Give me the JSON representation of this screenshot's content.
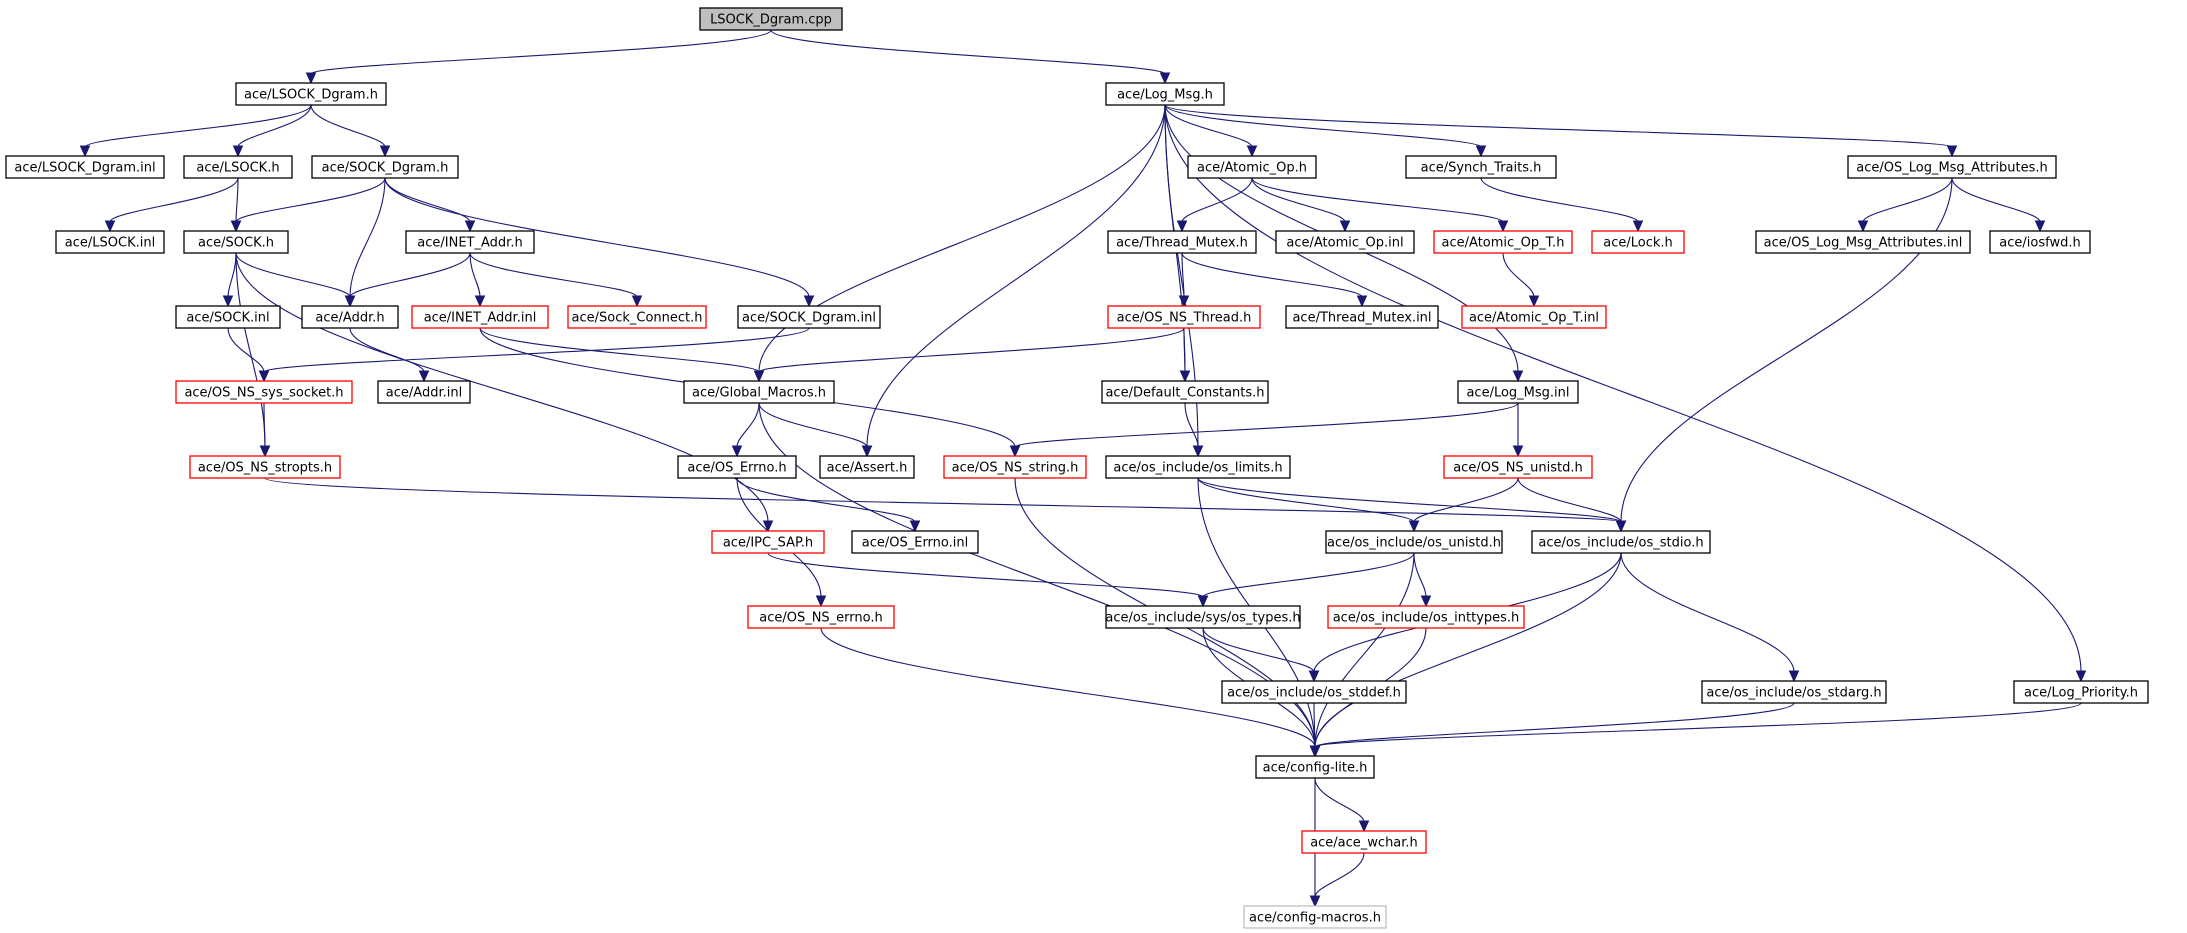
{
  "diagram": {
    "nodes": [
      {
        "id": "root",
        "label": "LSOCK_Dgram.cpp",
        "style": "root"
      },
      {
        "id": "lsock_dgram_h",
        "label": "ace/LSOCK_Dgram.h",
        "style": "black"
      },
      {
        "id": "log_msg_h",
        "label": "ace/Log_Msg.h",
        "style": "black"
      },
      {
        "id": "lsock_dgram_inl",
        "label": "ace/LSOCK_Dgram.inl",
        "style": "black"
      },
      {
        "id": "lsock_h",
        "label": "ace/LSOCK.h",
        "style": "black"
      },
      {
        "id": "sock_dgram_h",
        "label": "ace/SOCK_Dgram.h",
        "style": "black"
      },
      {
        "id": "atomic_op_h",
        "label": "ace/Atomic_Op.h",
        "style": "black"
      },
      {
        "id": "synch_traits_h",
        "label": "ace/Synch_Traits.h",
        "style": "black"
      },
      {
        "id": "os_log_msg_attr_h",
        "label": "ace/OS_Log_Msg_Attributes.h",
        "style": "black"
      },
      {
        "id": "lsock_inl",
        "label": "ace/LSOCK.inl",
        "style": "black"
      },
      {
        "id": "sock_h",
        "label": "ace/SOCK.h",
        "style": "black"
      },
      {
        "id": "inet_addr_h",
        "label": "ace/INET_Addr.h",
        "style": "black"
      },
      {
        "id": "thread_mutex_h",
        "label": "ace/Thread_Mutex.h",
        "style": "black"
      },
      {
        "id": "atomic_op_inl",
        "label": "ace/Atomic_Op.inl",
        "style": "black"
      },
      {
        "id": "atomic_op_t_h",
        "label": "ace/Atomic_Op_T.h",
        "style": "red"
      },
      {
        "id": "lock_h",
        "label": "ace/Lock.h",
        "style": "red"
      },
      {
        "id": "os_log_msg_attr_inl",
        "label": "ace/OS_Log_Msg_Attributes.inl",
        "style": "black"
      },
      {
        "id": "iosfwd_h",
        "label": "ace/iosfwd.h",
        "style": "black"
      },
      {
        "id": "sock_inl",
        "label": "ace/SOCK.inl",
        "style": "black"
      },
      {
        "id": "addr_h",
        "label": "ace/Addr.h",
        "style": "black"
      },
      {
        "id": "inet_addr_inl",
        "label": "ace/INET_Addr.inl",
        "style": "red"
      },
      {
        "id": "sock_connect_h",
        "label": "ace/Sock_Connect.h",
        "style": "red"
      },
      {
        "id": "sock_dgram_inl",
        "label": "ace/SOCK_Dgram.inl",
        "style": "black"
      },
      {
        "id": "os_ns_thread_h",
        "label": "ace/OS_NS_Thread.h",
        "style": "red"
      },
      {
        "id": "thread_mutex_inl",
        "label": "ace/Thread_Mutex.inl",
        "style": "black"
      },
      {
        "id": "atomic_op_t_inl",
        "label": "ace/Atomic_Op_T.inl",
        "style": "red"
      },
      {
        "id": "os_ns_sys_socket_h",
        "label": "ace/OS_NS_sys_socket.h",
        "style": "red"
      },
      {
        "id": "addr_inl",
        "label": "ace/Addr.inl",
        "style": "black"
      },
      {
        "id": "global_macros_h",
        "label": "ace/Global_Macros.h",
        "style": "black"
      },
      {
        "id": "default_constants_h",
        "label": "ace/Default_Constants.h",
        "style": "black"
      },
      {
        "id": "log_msg_inl",
        "label": "ace/Log_Msg.inl",
        "style": "black"
      },
      {
        "id": "os_ns_stropts_h",
        "label": "ace/OS_NS_stropts.h",
        "style": "red"
      },
      {
        "id": "os_errno_h",
        "label": "ace/OS_Errno.h",
        "style": "black"
      },
      {
        "id": "assert_h",
        "label": "ace/Assert.h",
        "style": "black"
      },
      {
        "id": "os_ns_string_h",
        "label": "ace/OS_NS_string.h",
        "style": "red"
      },
      {
        "id": "os_limits_h",
        "label": "ace/os_include/os_limits.h",
        "style": "black"
      },
      {
        "id": "os_ns_unistd_h",
        "label": "ace/OS_NS_unistd.h",
        "style": "red"
      },
      {
        "id": "ipc_sap_h",
        "label": "ace/IPC_SAP.h",
        "style": "red"
      },
      {
        "id": "os_errno_inl",
        "label": "ace/OS_Errno.inl",
        "style": "black"
      },
      {
        "id": "os_unistd_h",
        "label": "ace/os_include/os_unistd.h",
        "style": "black"
      },
      {
        "id": "os_stdio_h",
        "label": "ace/os_include/os_stdio.h",
        "style": "black"
      },
      {
        "id": "os_ns_errno_h",
        "label": "ace/OS_NS_errno.h",
        "style": "red"
      },
      {
        "id": "os_types_h",
        "label": "ace/os_include/sys/os_types.h",
        "style": "black"
      },
      {
        "id": "os_inttypes_h",
        "label": "ace/os_include/os_inttypes.h",
        "style": "red"
      },
      {
        "id": "os_stddef_h",
        "label": "ace/os_include/os_stddef.h",
        "style": "black"
      },
      {
        "id": "os_stdarg_h",
        "label": "ace/os_include/os_stdarg.h",
        "style": "black"
      },
      {
        "id": "log_priority_h",
        "label": "ace/Log_Priority.h",
        "style": "black"
      },
      {
        "id": "config_lite_h",
        "label": "ace/config-lite.h",
        "style": "black"
      },
      {
        "id": "ace_wchar_h",
        "label": "ace/ace_wchar.h",
        "style": "red"
      },
      {
        "id": "config_macros_h",
        "label": "ace/config-macros.h",
        "style": "gray"
      }
    ],
    "edges": [
      [
        "root",
        "lsock_dgram_h"
      ],
      [
        "root",
        "log_msg_h"
      ],
      [
        "lsock_dgram_h",
        "lsock_dgram_inl"
      ],
      [
        "lsock_dgram_h",
        "lsock_h"
      ],
      [
        "lsock_dgram_h",
        "sock_dgram_h"
      ],
      [
        "lsock_h",
        "lsock_inl"
      ],
      [
        "lsock_h",
        "sock_h"
      ],
      [
        "sock_dgram_h",
        "sock_h"
      ],
      [
        "sock_dgram_h",
        "addr_h"
      ],
      [
        "sock_dgram_h",
        "inet_addr_h"
      ],
      [
        "sock_dgram_h",
        "sock_dgram_inl"
      ],
      [
        "sock_h",
        "sock_inl"
      ],
      [
        "sock_h",
        "addr_h"
      ],
      [
        "sock_h",
        "ipc_sap_h"
      ],
      [
        "sock_h",
        "os_ns_stropts_h"
      ],
      [
        "sock_inl",
        "os_ns_sys_socket_h"
      ],
      [
        "addr_h",
        "addr_inl"
      ],
      [
        "inet_addr_h",
        "addr_h"
      ],
      [
        "inet_addr_h",
        "inet_addr_inl"
      ],
      [
        "inet_addr_h",
        "sock_connect_h"
      ],
      [
        "inet_addr_inl",
        "global_macros_h"
      ],
      [
        "inet_addr_inl",
        "os_ns_string_h"
      ],
      [
        "sock_dgram_inl",
        "os_ns_sys_socket_h"
      ],
      [
        "os_ns_sys_socket_h",
        "os_ns_stropts_h"
      ],
      [
        "os_ns_stropts_h",
        "os_stdio_h"
      ],
      [
        "log_msg_h",
        "global_macros_h"
      ],
      [
        "log_msg_h",
        "assert_h"
      ],
      [
        "log_msg_h",
        "default_constants_h"
      ],
      [
        "log_msg_h",
        "os_limits_h"
      ],
      [
        "log_msg_h",
        "atomic_op_h"
      ],
      [
        "log_msg_h",
        "synch_traits_h"
      ],
      [
        "log_msg_h",
        "log_msg_inl"
      ],
      [
        "log_msg_h",
        "os_log_msg_attr_h"
      ],
      [
        "log_msg_h",
        "log_priority_h"
      ],
      [
        "atomic_op_h",
        "thread_mutex_h"
      ],
      [
        "atomic_op_h",
        "atomic_op_inl"
      ],
      [
        "atomic_op_h",
        "atomic_op_t_h"
      ],
      [
        "synch_traits_h",
        "lock_h"
      ],
      [
        "atomic_op_t_h",
        "atomic_op_t_inl"
      ],
      [
        "thread_mutex_h",
        "os_ns_thread_h"
      ],
      [
        "thread_mutex_h",
        "thread_mutex_inl"
      ],
      [
        "os_ns_thread_h",
        "global_macros_h"
      ],
      [
        "os_ns_thread_h",
        "default_constants_h"
      ],
      [
        "default_constants_h",
        "os_limits_h"
      ],
      [
        "os_log_msg_attr_h",
        "os_log_msg_attr_inl"
      ],
      [
        "os_log_msg_attr_h",
        "iosfwd_h"
      ],
      [
        "os_log_msg_attr_h",
        "os_stdio_h"
      ],
      [
        "log_msg_inl",
        "os_ns_string_h"
      ],
      [
        "log_msg_inl",
        "os_ns_unistd_h"
      ],
      [
        "global_macros_h",
        "os_errno_h"
      ],
      [
        "global_macros_h",
        "assert_h"
      ],
      [
        "global_macros_h",
        "config_lite_h"
      ],
      [
        "os_errno_h",
        "os_errno_inl"
      ],
      [
        "os_errno_h",
        "os_ns_errno_h"
      ],
      [
        "os_ns_errno_h",
        "config_lite_h"
      ],
      [
        "ipc_sap_h",
        "os_types_h"
      ],
      [
        "os_ns_string_h",
        "config_lite_h"
      ],
      [
        "os_limits_h",
        "os_unistd_h"
      ],
      [
        "os_limits_h",
        "os_stdio_h"
      ],
      [
        "os_limits_h",
        "config_lite_h"
      ],
      [
        "os_ns_unistd_h",
        "os_unistd_h"
      ],
      [
        "os_ns_unistd_h",
        "os_stdio_h"
      ],
      [
        "os_unistd_h",
        "os_types_h"
      ],
      [
        "os_unistd_h",
        "os_inttypes_h"
      ],
      [
        "os_unistd_h",
        "config_lite_h"
      ],
      [
        "os_stdio_h",
        "os_stddef_h"
      ],
      [
        "os_stdio_h",
        "os_stdarg_h"
      ],
      [
        "os_stdio_h",
        "config_lite_h"
      ],
      [
        "os_types_h",
        "os_stddef_h"
      ],
      [
        "os_types_h",
        "config_lite_h"
      ],
      [
        "os_inttypes_h",
        "config_lite_h"
      ],
      [
        "os_stddef_h",
        "config_lite_h"
      ],
      [
        "os_stdarg_h",
        "config_lite_h"
      ],
      [
        "log_priority_h",
        "config_lite_h"
      ],
      [
        "config_lite_h",
        "ace_wchar_h"
      ],
      [
        "config_lite_h",
        "config_macros_h"
      ],
      [
        "ace_wchar_h",
        "config_macros_h"
      ]
    ]
  }
}
